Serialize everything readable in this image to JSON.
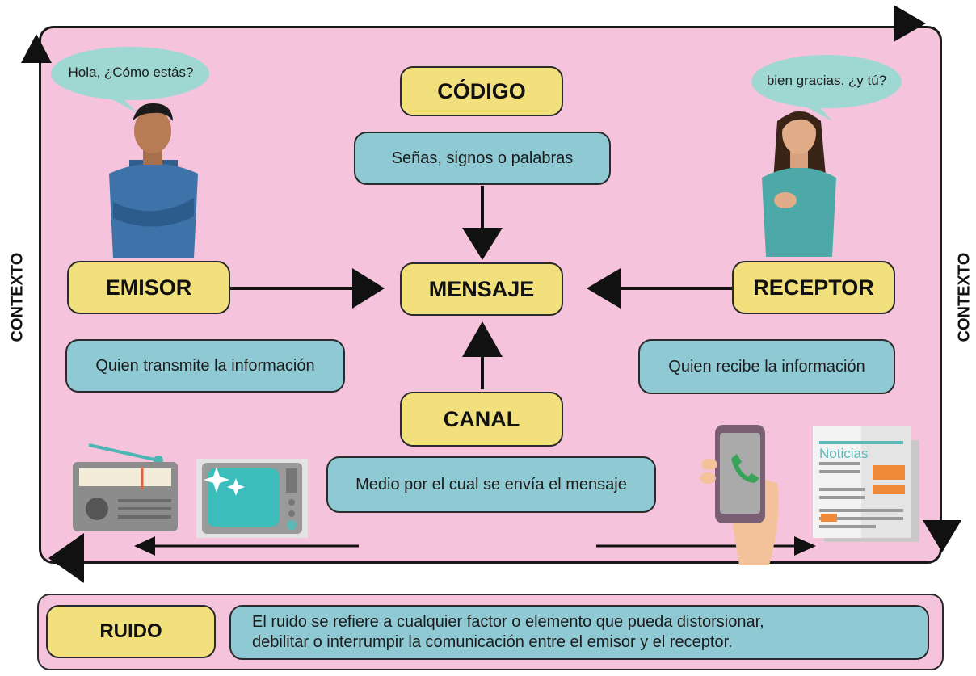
{
  "context_label_left": "CONTEXTO",
  "context_label_right": "CONTEXTO",
  "emisor": {
    "bubble": "Hola, ¿Cómo estás?",
    "label": "EMISOR",
    "description": "Quien transmite la información"
  },
  "receptor": {
    "bubble": "bien gracias. ¿y tú?",
    "label": "RECEPTOR",
    "description": "Quien recibe la información"
  },
  "codigo": {
    "label": "CÓDIGO",
    "description": "Señas, signos o palabras"
  },
  "mensaje": {
    "label": "MENSAJE"
  },
  "canal": {
    "label": "CANAL",
    "description": "Medio por el cual se envía el mensaje"
  },
  "newspaper_title": "Noticias",
  "ruido": {
    "label": "RUIDO",
    "description_line1": "El ruido se refiere a cualquier factor o elemento que pueda distorsionar,",
    "description_line2": "debilitar o interrumpir la comunicación entre el emisor y el receptor."
  },
  "colors": {
    "panel_background": "#f5c4dc",
    "label_box": "#f1e07c",
    "description_box": "#8fc9d4",
    "bubble": "#9fd7d3",
    "outline": "#1a1a1a"
  }
}
